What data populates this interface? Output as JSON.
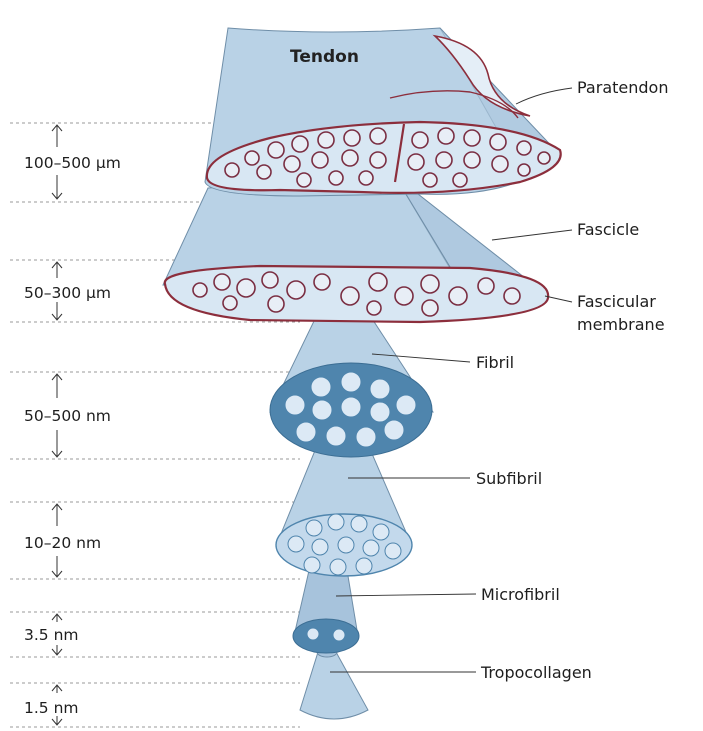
{
  "diagram": {
    "title": "Tendon",
    "labels": {
      "paratendon": "Paratendon",
      "fascicle": "Fascicle",
      "fascicular_membrane_1": "Fascicular",
      "fascicular_membrane_2": "membrane",
      "fibril": "Fibril",
      "subfibril": "Subfibril",
      "microfibril": "Microfibril",
      "tropocollagen": "Tropocollagen"
    },
    "dimensions": [
      {
        "level": "Tendon",
        "range": "100–500 µm"
      },
      {
        "level": "Fascicle",
        "range": "50–300 µm"
      },
      {
        "level": "Fibril",
        "range": "50–500 nm"
      },
      {
        "level": "Subfibril",
        "range": "10–20 nm"
      },
      {
        "level": "Microfibril",
        "range": "3.5 nm"
      },
      {
        "level": "Tropocollagen",
        "range": "1.5 nm"
      }
    ],
    "colors": {
      "tissue": "#b9d2e6",
      "membrane": "#8c2e3c",
      "fibril_face": "#4f85ad"
    }
  }
}
